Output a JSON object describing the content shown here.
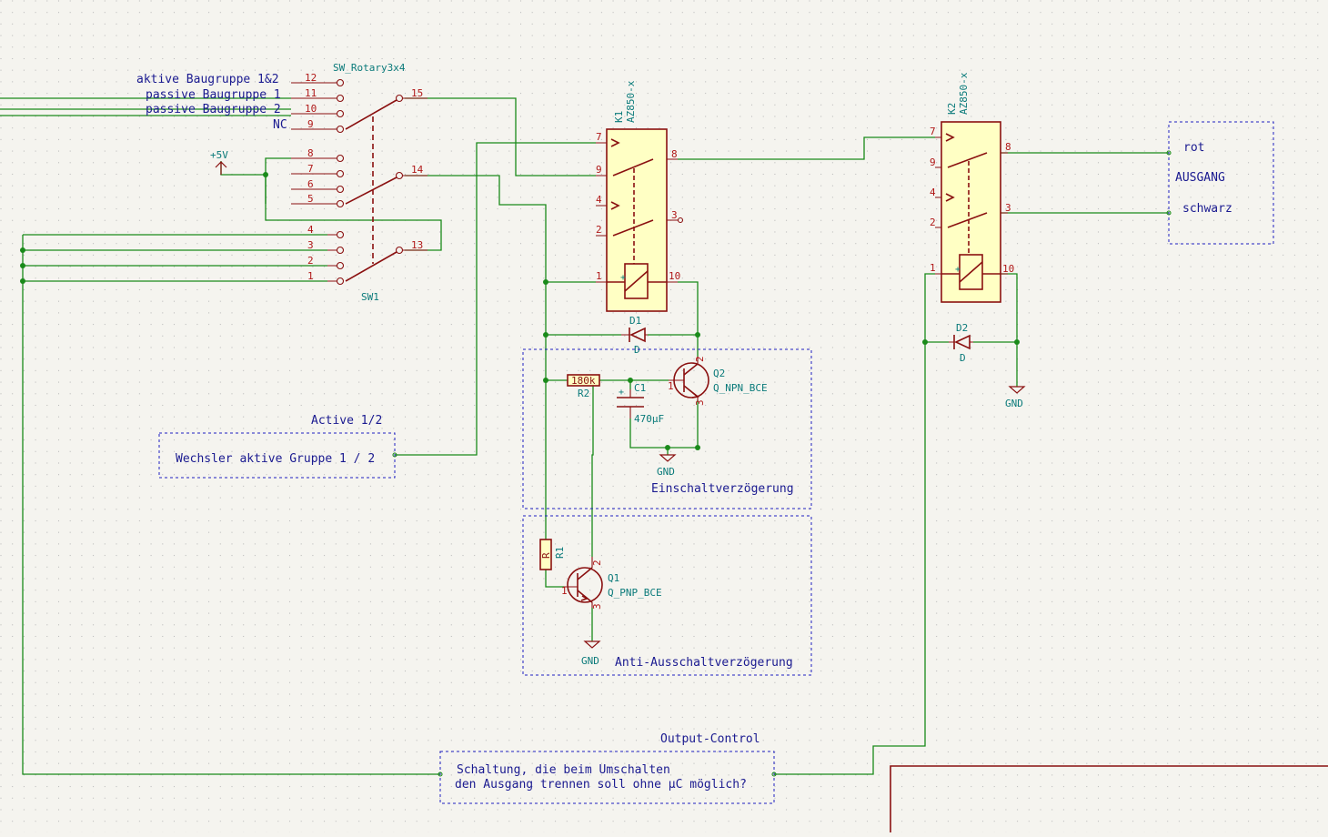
{
  "switch": {
    "ref": "SW1",
    "value": "SW_Rotary3x4",
    "inputs": [
      {
        "label": "aktive Baugruppe 1&2",
        "pin": "12"
      },
      {
        "label": "passive Baugruppe 1",
        "pin": "11"
      },
      {
        "label": "passive Baugruppe 2",
        "pin": "10"
      },
      {
        "label": "NC",
        "pin": "9"
      }
    ],
    "bank2_pins": [
      "8",
      "7",
      "6",
      "5"
    ],
    "bank3_pins": [
      "4",
      "3",
      "2",
      "1"
    ],
    "common_pins": [
      "15",
      "14",
      "13"
    ]
  },
  "power_label": "+5V",
  "relay1": {
    "ref": "K1",
    "value": "AZ850-x",
    "pins": [
      "7",
      "9",
      "4",
      "2",
      "8",
      "3",
      "1",
      "10"
    ]
  },
  "relay2": {
    "ref": "K2",
    "value": "AZ850-x",
    "pins": [
      "7",
      "9",
      "4",
      "2",
      "8",
      "3",
      "1",
      "10"
    ]
  },
  "d1": {
    "ref": "D1",
    "value": "D"
  },
  "d2": {
    "ref": "D2",
    "value": "D"
  },
  "r2": {
    "ref": "R2",
    "value": "180k"
  },
  "c1": {
    "ref": "C1",
    "value": "470µF"
  },
  "q2": {
    "ref": "Q2",
    "value": "Q_NPN_BCE",
    "pins": [
      "2",
      "1",
      "3"
    ]
  },
  "q1": {
    "ref": "Q1",
    "value": "Q_PNP_BCE",
    "pins": [
      "2",
      "1",
      "3"
    ]
  },
  "r1": {
    "ref": "R1",
    "value": "R"
  },
  "gnd_label": "GND",
  "blocks": {
    "einschalt": "Einschaltverzögerung",
    "anti": "Anti-Ausschaltverzögerung",
    "active_title": "Active 1/2",
    "active_body": "Wechsler aktive Gruppe 1 / 2",
    "output_title": "Output-Control",
    "output_line1": "Schaltung, die beim Umschalten",
    "output_line2": "den Ausgang trennen soll ohne µC möglich?",
    "ausgang_rot": "rot",
    "ausgang_title": "AUSGANG",
    "ausgang_schwarz": "schwarz"
  }
}
